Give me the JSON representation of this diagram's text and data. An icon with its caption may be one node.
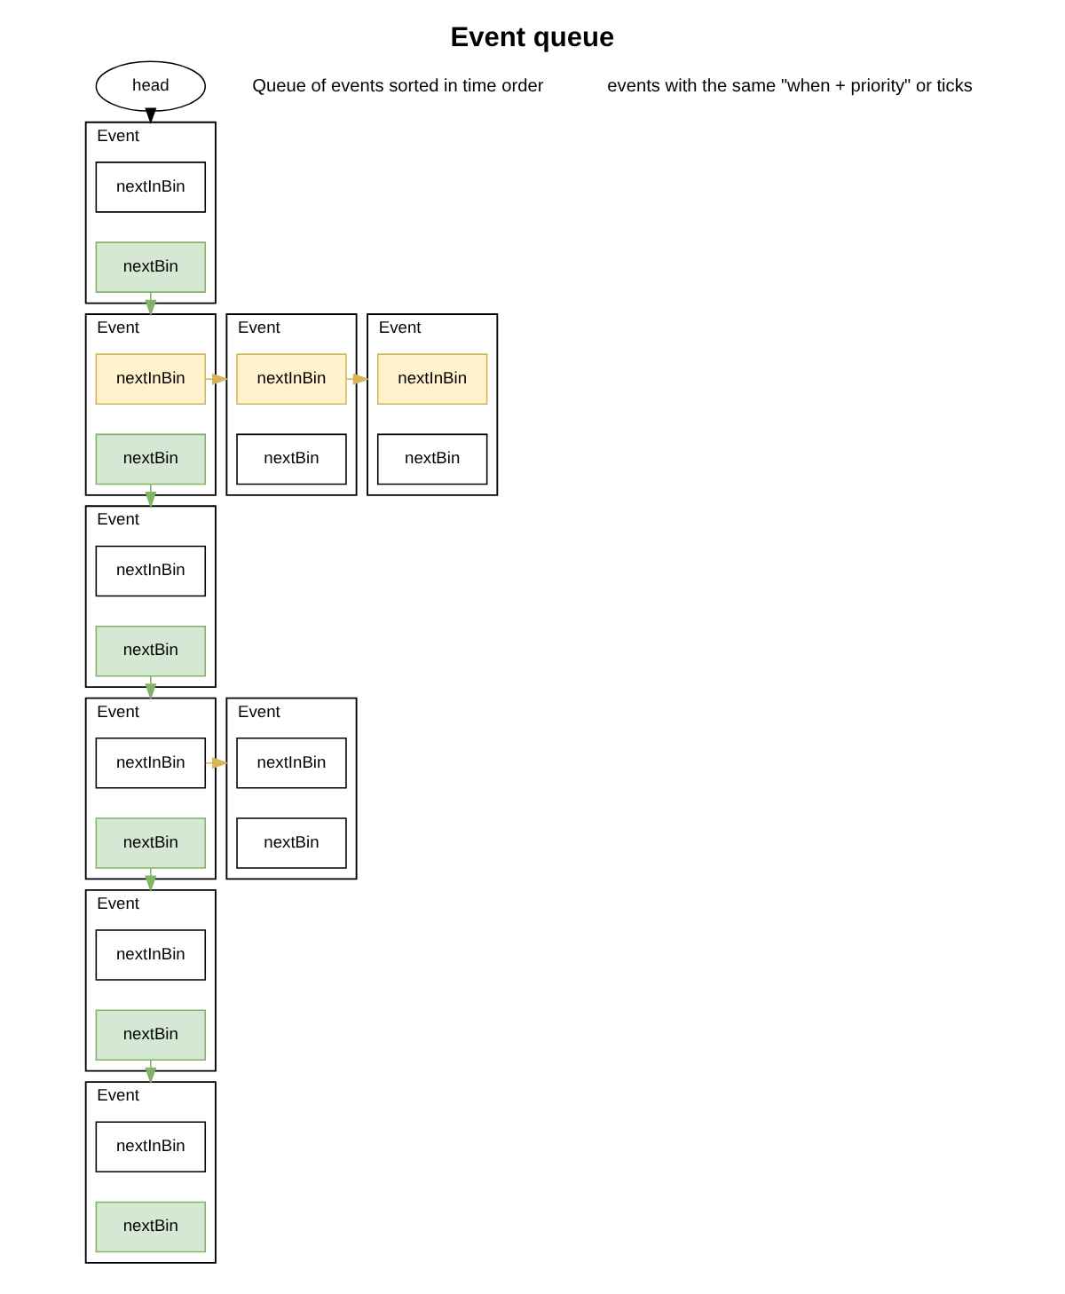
{
  "diagram": {
    "title": "Event queue",
    "nodes": [
      {
        "text": [
          "head"
        ]
      },
      {
        "text": [
          "Event"
        ]
      },
      {
        "text": [
          "nextInBin"
        ],
        "in": 1
      },
      {
        "text": [
          "nextBin"
        ],
        "in": 1
      },
      {
        "text": [
          "Event"
        ]
      },
      {
        "text": [
          "nextInBin"
        ],
        "in": 4
      },
      {
        "text": [
          "nextBin"
        ],
        "in": 4
      },
      {
        "text": [
          "Event"
        ]
      },
      {
        "text": [
          "nextInBin"
        ],
        "in": 7
      },
      {
        "text": [
          "nextBin"
        ],
        "in": 7
      },
      {
        "text": [
          "Event"
        ]
      },
      {
        "text": [
          "nextInBin"
        ],
        "in": 10
      },
      {
        "text": [
          "nextBin"
        ],
        "in": 10
      },
      {
        "text": [
          "Event"
        ]
      },
      {
        "text": [
          "nextInBin"
        ],
        "in": 13
      },
      {
        "text": [
          "nextBin"
        ],
        "in": 13
      },
      {
        "text": [
          "Event"
        ]
      },
      {
        "text": [
          "nextInBin"
        ],
        "in": 16
      },
      {
        "text": [
          "nextBin"
        ],
        "in": 16
      },
      {
        "text": [
          "Event"
        ]
      },
      {
        "text": [
          "nextInBin"
        ],
        "in": 19
      },
      {
        "text": [
          "nextBin"
        ],
        "in": 19
      },
      {
        "text": [
          "Event"
        ]
      },
      {
        "text": [
          "nextInBin"
        ],
        "in": 22
      },
      {
        "text": [
          "nextBin"
        ],
        "in": 22
      },
      {
        "text": [
          "Event"
        ]
      },
      {
        "text": [
          "nextInBin"
        ],
        "in": 25
      },
      {
        "text": [
          "nextBin"
        ],
        "in": 25
      }
    ],
    "edges": [
      {
        "from": 0,
        "to": 1,
        "arrow": "to",
        "color": "#000000"
      },
      {
        "from": 3,
        "to": 4,
        "arrow": "to",
        "color": "#82b366"
      },
      {
        "from": 5,
        "to": 7,
        "arrow": "to",
        "color": "#d6b656"
      },
      {
        "from": 8,
        "to": 10,
        "arrow": "to",
        "color": "#d6b656"
      },
      {
        "from": 6,
        "to": 13,
        "arrow": "to",
        "color": "#82b366"
      },
      {
        "from": 15,
        "to": 16,
        "arrow": "to",
        "color": "#82b366"
      },
      {
        "from": 17,
        "to": 19,
        "arrow": "to",
        "color": "#d6b656"
      },
      {
        "from": 18,
        "to": 22,
        "arrow": "to",
        "color": "#82b366"
      },
      {
        "from": 24,
        "to": 25,
        "arrow": "to",
        "color": "#82b366"
      }
    ],
    "labels": [
      "Queue of events sorted in time order",
      "events with the same \"when + priority\" or ticks"
    ]
  }
}
